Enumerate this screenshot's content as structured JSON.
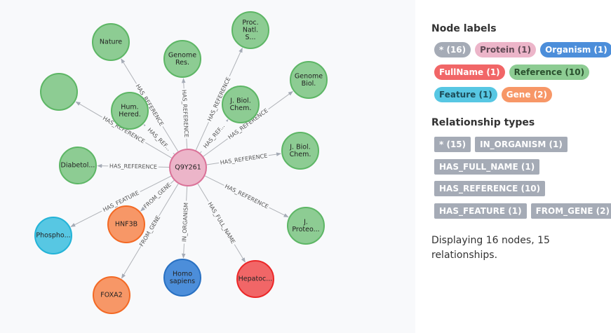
{
  "graph": {
    "nodes": [
      {
        "id": "center",
        "label": "Q9Y261",
        "type": "Protein",
        "shape": "circle"
      },
      {
        "id": "n1",
        "label": "Nature",
        "type": "Reference"
      },
      {
        "id": "n2",
        "label": "Genome Res.",
        "type": "Reference"
      },
      {
        "id": "n3",
        "label": "Proc. Natl. S...",
        "type": "Reference"
      },
      {
        "id": "n4",
        "label": "Genome Biol.",
        "type": "Reference"
      },
      {
        "id": "n5",
        "label": "",
        "type": "Reference"
      },
      {
        "id": "n6",
        "label": "Hum. Hered.",
        "type": "Reference"
      },
      {
        "id": "n7",
        "label": "J. Biol. Chem.",
        "type": "Reference"
      },
      {
        "id": "n8",
        "label": "J. Biol. Chem.",
        "type": "Reference"
      },
      {
        "id": "n9",
        "label": "Diabetol...",
        "type": "Reference"
      },
      {
        "id": "n10",
        "label": "J. Proteo...",
        "type": "Reference"
      },
      {
        "id": "n11",
        "label": "Phospho...",
        "type": "Feature"
      },
      {
        "id": "n12",
        "label": "HNF3B",
        "type": "Gene"
      },
      {
        "id": "n13",
        "label": "FOXA2",
        "type": "Gene"
      },
      {
        "id": "n14",
        "label": "Homo sapiens",
        "type": "Organism"
      },
      {
        "id": "n15",
        "label": "Hepatoc...",
        "type": "FullName"
      }
    ],
    "edges": [
      {
        "source": "center",
        "target": "n1",
        "label": "HAS_REFERENCE"
      },
      {
        "source": "center",
        "target": "n2",
        "label": "HAS_REFERENCE"
      },
      {
        "source": "center",
        "target": "n3",
        "label": "HAS_REFERENCE"
      },
      {
        "source": "center",
        "target": "n4",
        "label": "HAS_REFERENCE"
      },
      {
        "source": "center",
        "target": "n5",
        "label": "HAS_REFERENCE"
      },
      {
        "source": "center",
        "target": "n6",
        "label": "HAS_REF..."
      },
      {
        "source": "center",
        "target": "n7",
        "label": "HAS_REF..."
      },
      {
        "source": "center",
        "target": "n8",
        "label": "HAS_REFERENCE"
      },
      {
        "source": "center",
        "target": "n9",
        "label": "HAS_REFERENCE"
      },
      {
        "source": "center",
        "target": "n10",
        "label": "HAS_REFERENCE"
      },
      {
        "source": "center",
        "target": "n11",
        "label": "HAS_FEATURE"
      },
      {
        "source": "center",
        "target": "n12",
        "label": "FROM_GENE"
      },
      {
        "source": "center",
        "target": "n13",
        "label": "FROM_GENE"
      },
      {
        "source": "center",
        "target": "n14",
        "label": "IN_ORGANISM"
      },
      {
        "source": "center",
        "target": "n15",
        "label": "HAS_FULL_NAME"
      }
    ],
    "colors": {
      "Reference": {
        "fill": "#8dcc93",
        "stroke": "#5db665",
        "text": "#222222"
      },
      "Protein": {
        "fill": "#ecb5c9",
        "stroke": "#da7298",
        "text": "#222222"
      },
      "Organism": {
        "fill": "#4c8eda",
        "stroke": "#2870c2",
        "text": "#ffffff"
      },
      "FullName": {
        "fill": "#f16667",
        "stroke": "#eb2728",
        "text": "#ffffff"
      },
      "Feature": {
        "fill": "#57c7e3",
        "stroke": "#23b3d7",
        "text": "#222222"
      },
      "Gene": {
        "fill": "#f79767",
        "stroke": "#f36924",
        "text": "#ffffff"
      }
    }
  },
  "side_panel": {
    "node_labels_title": "Node labels",
    "node_labels": [
      {
        "label": "* (16)",
        "bg": "#a5abb6",
        "fg": "#ffffff"
      },
      {
        "label": "Protein (1)",
        "bg": "#ecb5c9",
        "fg": "#604a55"
      },
      {
        "label": "Organism (1)",
        "bg": "#4c8eda",
        "fg": "#ffffff"
      },
      {
        "label": "FullName (1)",
        "bg": "#f16667",
        "fg": "#ffffff"
      },
      {
        "label": "Reference (10)",
        "bg": "#8dcc93",
        "fg": "#2a502e"
      },
      {
        "label": "Feature (1)",
        "bg": "#57c7e3",
        "fg": "#1d4d59"
      },
      {
        "label": "Gene (2)",
        "bg": "#f79767",
        "fg": "#ffffff"
      }
    ],
    "relationship_types_title": "Relationship types",
    "relationship_types": [
      "* (15)",
      "IN_ORGANISM (1)",
      "HAS_FULL_NAME (1)",
      "HAS_REFERENCE (10)",
      "HAS_FEATURE (1)",
      "FROM_GENE (2)"
    ],
    "summary": "Displaying 16 nodes, 15 relationships."
  }
}
